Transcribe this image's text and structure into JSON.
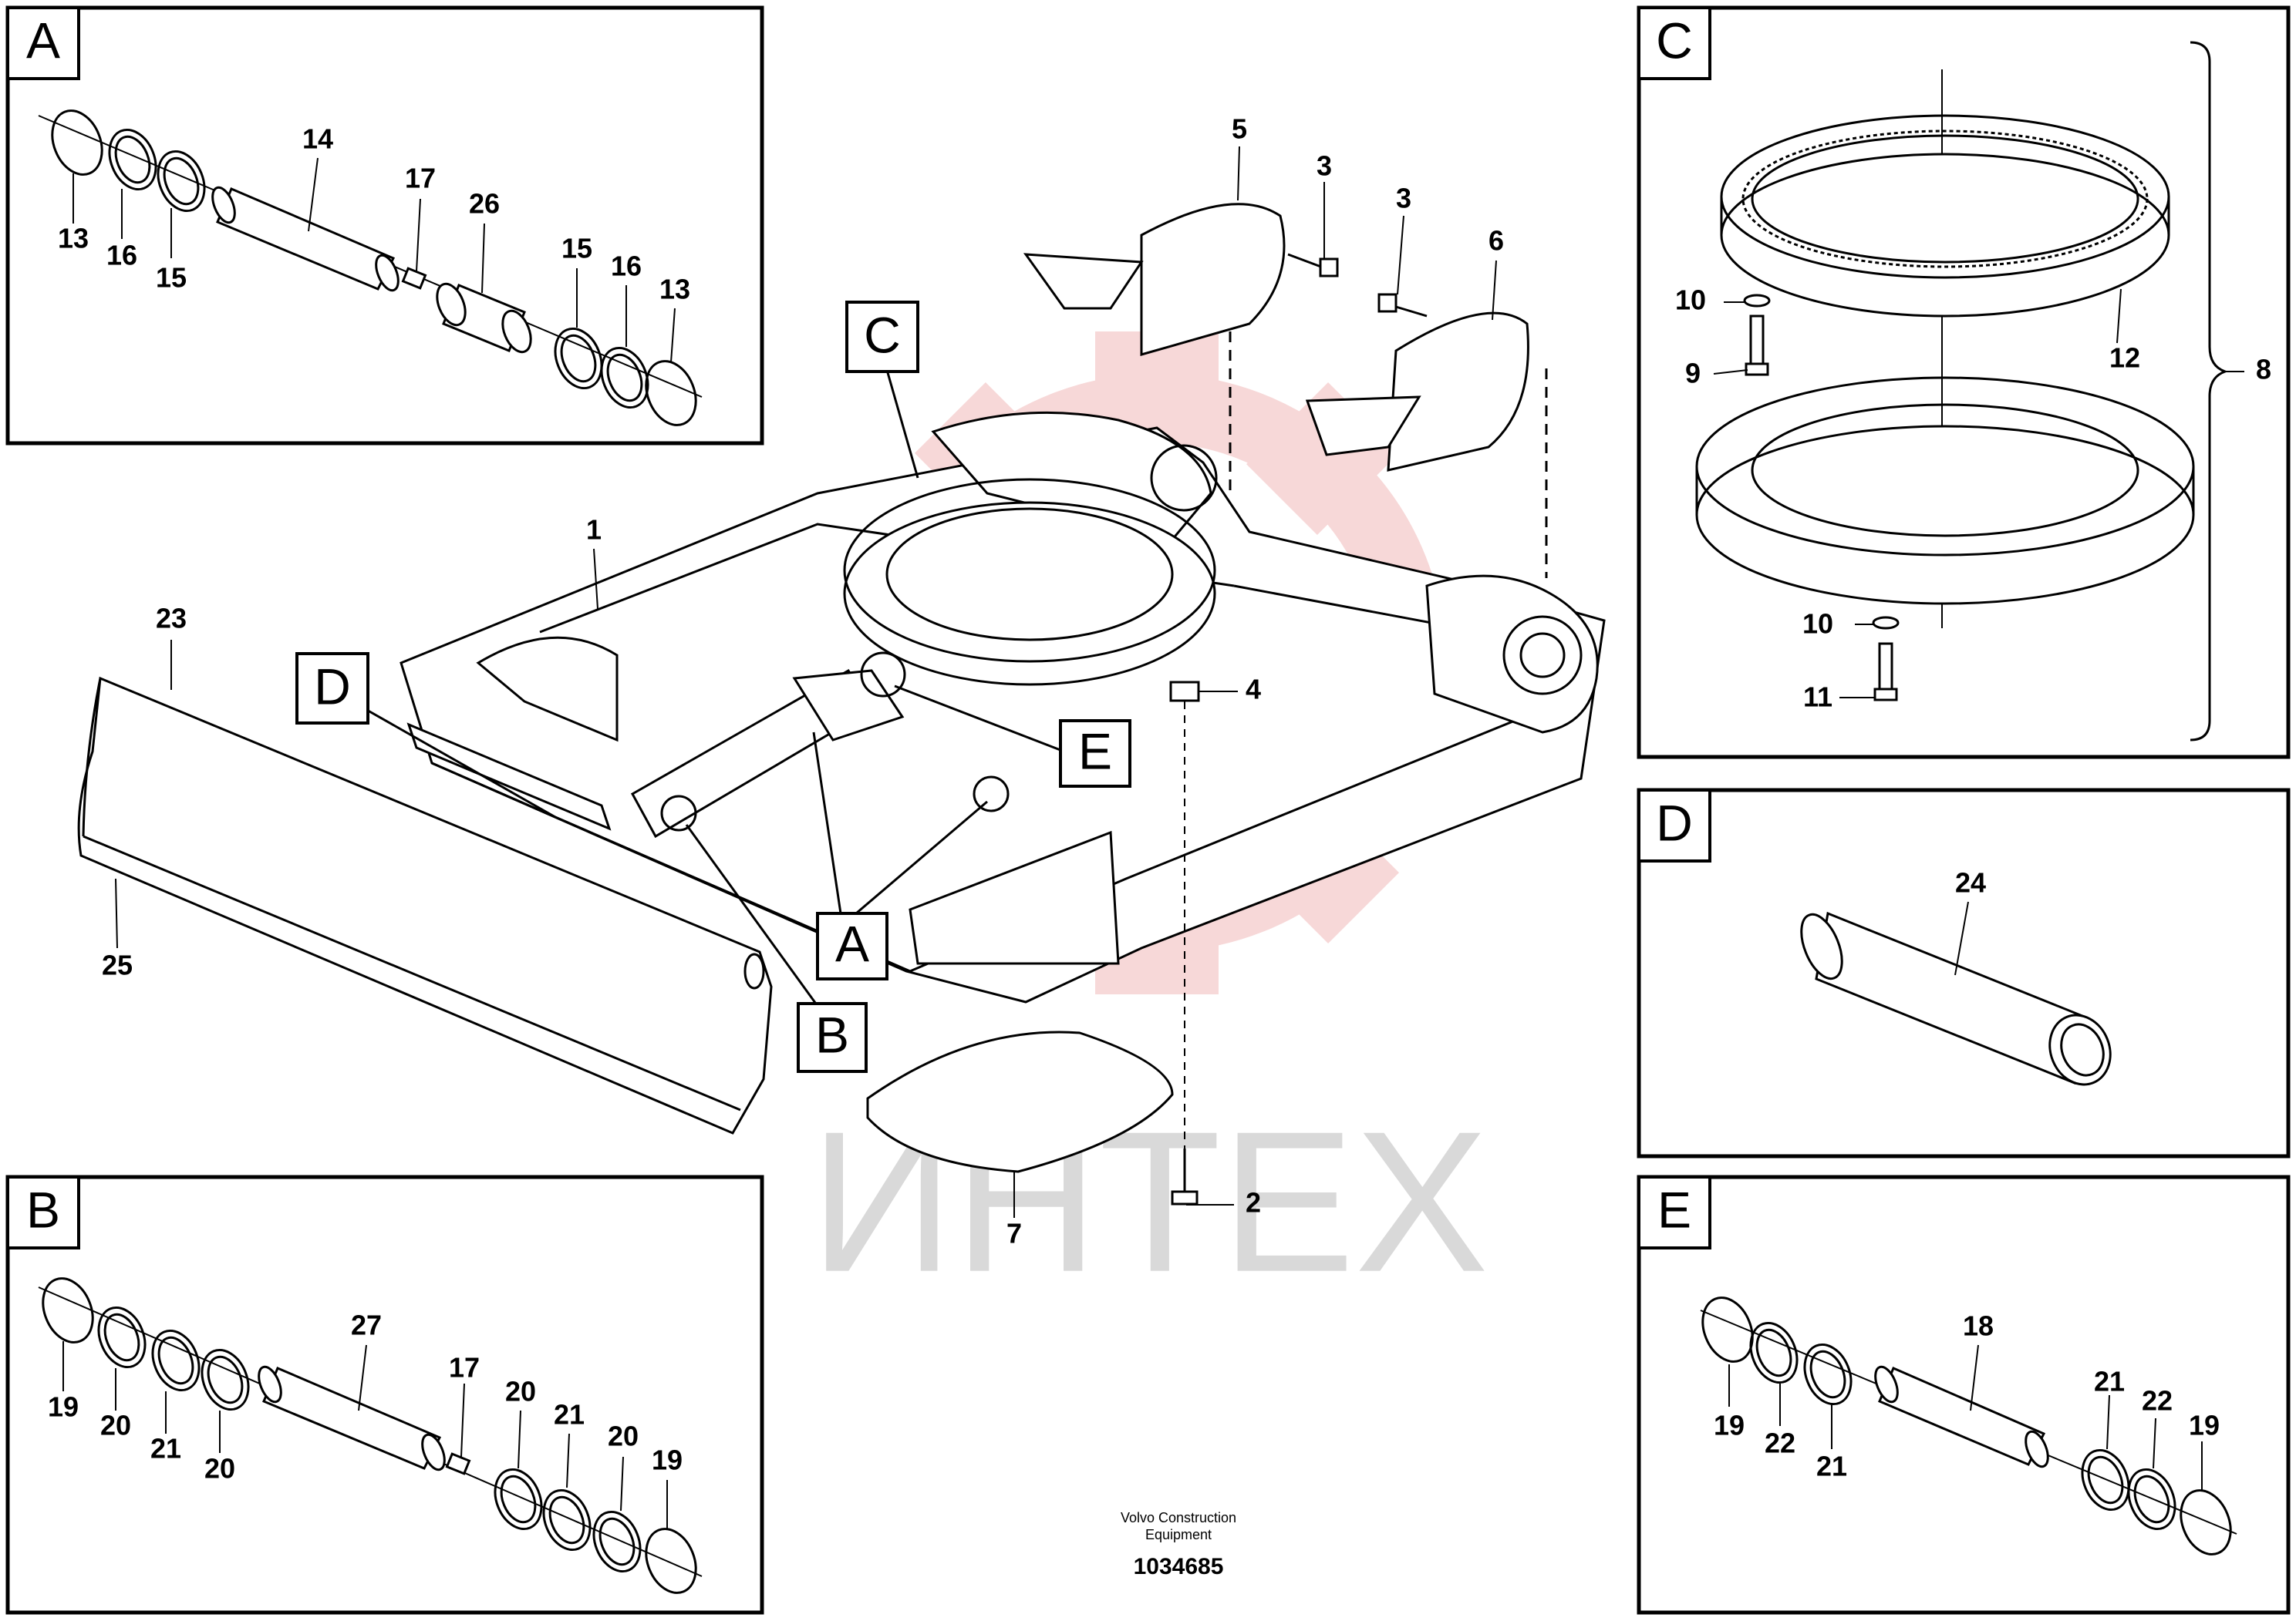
{
  "watermark": {
    "text": "ИНТЕХ",
    "gear_color": "#f4c6c6",
    "text_color": "#d9d9d9"
  },
  "publisher": {
    "line1": "Volvo Construction",
    "line2": "Equipment"
  },
  "document_number": "1034685",
  "views": {
    "A": {
      "letter": "A",
      "parts": [
        "13",
        "16",
        "15",
        "14",
        "17",
        "26",
        "15",
        "16",
        "13"
      ]
    },
    "B": {
      "letter": "B",
      "parts": [
        "19",
        "20",
        "21",
        "20",
        "27",
        "17",
        "20",
        "21",
        "20",
        "19"
      ]
    },
    "C": {
      "letter": "C",
      "parts": [
        "10",
        "9",
        "12",
        "8",
        "10",
        "11"
      ]
    },
    "D": {
      "letter": "D",
      "parts": [
        "24"
      ]
    },
    "E": {
      "letter": "E",
      "parts": [
        "19",
        "22",
        "21",
        "18",
        "21",
        "22",
        "19"
      ]
    }
  },
  "main": {
    "parts": [
      "1",
      "2",
      "3",
      "3",
      "4",
      "5",
      "6",
      "7",
      "23",
      "25"
    ],
    "callouts": [
      "C",
      "D",
      "E",
      "A",
      "B"
    ]
  },
  "colors": {
    "line": "#000000",
    "background": "#ffffff",
    "watermark_gear": "#f4c6c6"
  }
}
